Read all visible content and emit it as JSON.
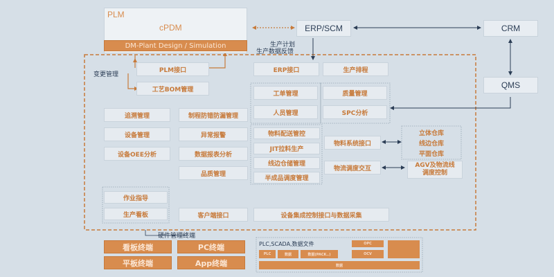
{
  "plm": {
    "title": "PLM",
    "cpdm": "cPDM",
    "design": "DM-Plant Design / Simulation"
  },
  "external": {
    "erp_scm": "ERP/SCM",
    "crm": "CRM",
    "qms": "QMS"
  },
  "labels": {
    "production_plan": "生产计划",
    "production_feedback": "生产数据反馈",
    "change_mgmt": "变更管理",
    "hardware_mgmt": "硬件管理终端"
  },
  "modules": {
    "plm_interface": "PLM接口",
    "process_bom": "工艺BOM管理",
    "erp_interface": "ERP接口",
    "production_schedule": "生产排程",
    "work_order": "工单管理",
    "quality_mgmt": "质量管理",
    "personnel_mgmt": "人员管理",
    "spc": "SPC分析",
    "inspection": "追溯管理",
    "anti_error": "制程防错防漏管理",
    "equipment": "设备管理",
    "exception": "异常报警",
    "oee": "设备OEE分析",
    "report": "数据报表分析",
    "quality_report": "品质管理",
    "material_delivery": "物料配送管控",
    "jit": "JIT拉料生产",
    "line_storage": "线边仓储管理",
    "semi_finished": "半成品调度管理",
    "material_interface": "物料系统接口",
    "logistics": "物流调度交互",
    "warehouse_1": "立体仓库",
    "warehouse_2": "线边仓库",
    "warehouse_3": "平面仓库",
    "agv_1": "AGV及物流线",
    "agv_2": "调度控制",
    "work_instruction": "作业指导",
    "production_board": "生产看板",
    "client_interface": "客户端接口",
    "device_integration": "设备集成控制接口与数据采集"
  },
  "terminals": {
    "board": "看板终端",
    "pc": "PC终端",
    "tablet": "平板终端",
    "app": "App终端"
  },
  "data_files": {
    "title": "PLC,SCADA,数据文件",
    "opc": "OPC",
    "row2_a": "PLC",
    "row2_b": "数据",
    "row2_c": "数据(PACK..)",
    "row2_d": "OCV",
    "bottom": "数据"
  }
}
